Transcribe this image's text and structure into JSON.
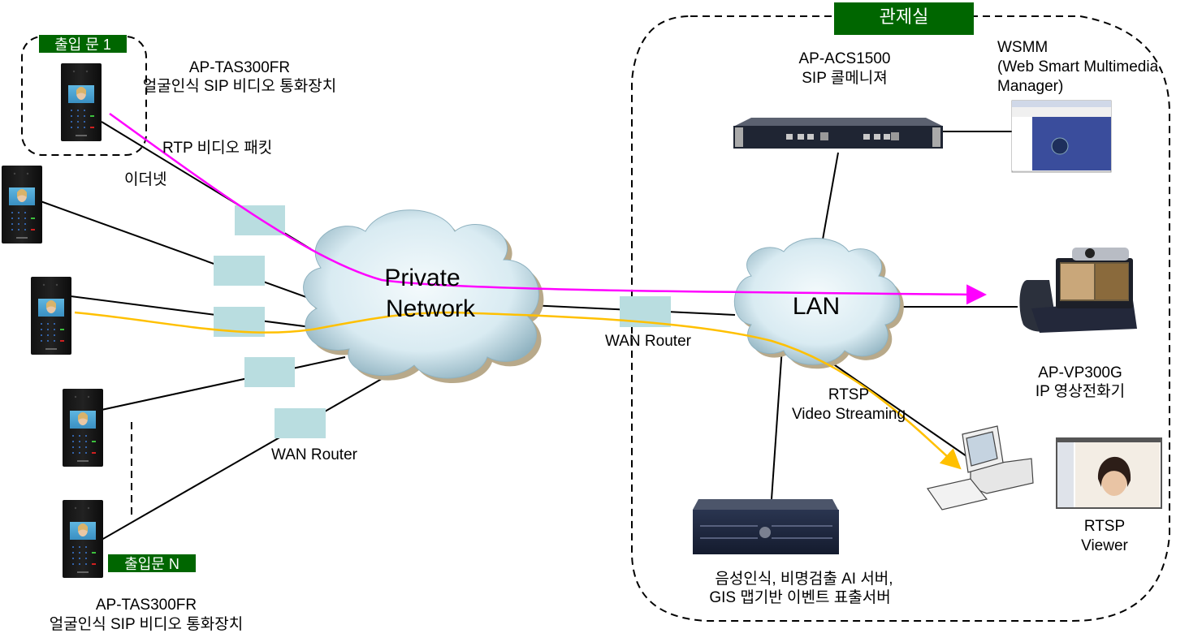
{
  "title": "AP-TAS300FR SIP video intercom network diagram",
  "colors": {
    "rtp_path": "#ff00ff",
    "rtsp_path": "#ffc000",
    "router_box": "#b9dde0",
    "badge_bg": "#006600",
    "cloud_fill": "#dcecf2",
    "cable": "#000000"
  },
  "zones": {
    "door1_badge": "출입 문 1",
    "doorN_badge": "출입문 N",
    "control_room_badge": "관제실"
  },
  "nodes": {
    "door_terminal_top": {
      "model": "AP-TAS300FR",
      "desc": "얼굴인식 SIP 비디오 통화장치"
    },
    "door_terminal_bottom": {
      "model": "AP-TAS300FR",
      "desc": "얼굴인식 SIP 비디오 통화장치"
    },
    "private_network": {
      "line1": "Private",
      "line2": "Network"
    },
    "lan": {
      "label": "LAN"
    },
    "call_manager": {
      "model": "AP-ACS1500",
      "desc": "SIP 콜메니져"
    },
    "wsmm": {
      "line1": "WSMM",
      "line2": "(Web Smart Multimedia",
      "line3": "Manager)"
    },
    "video_phone": {
      "model": "AP-VP300G",
      "desc": "IP 영상전화기"
    },
    "ai_server": {
      "line1": "음성인식, 비명검출 AI 서버,",
      "line2": "GIS 맵기반 이벤트 표출서버"
    },
    "rtsp_viewer": {
      "line1": "RTSP",
      "line2": "Viewer"
    }
  },
  "annotations": {
    "rtp_packet": "RTP  비디오 패킷",
    "ethernet": "이더넷",
    "wan_router_left": "WAN Router",
    "wan_router_center": "WAN Router",
    "rtsp_stream_line1": "RTSP",
    "rtsp_stream_line2": "Video Streaming"
  },
  "device_counts": {
    "door_terminals": 5,
    "router_boxes": 6
  }
}
